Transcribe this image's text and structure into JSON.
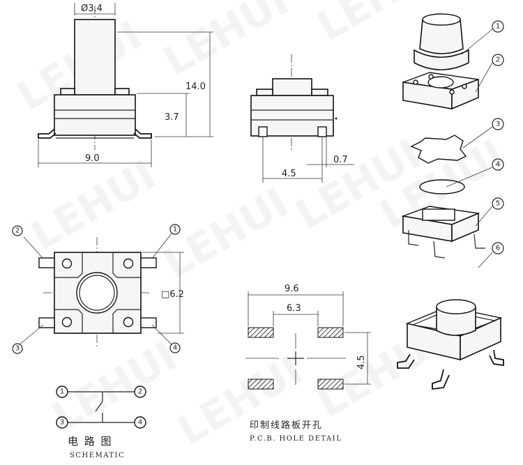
{
  "watermark": "LEHUI",
  "dimensions": {
    "top_diameter": "Ø3.4",
    "overall_height": "14.0",
    "body_height": "3.7",
    "body_width": "9.0",
    "pin_pitch": "4.5",
    "pin_width": "0.7",
    "body_square": "□6.2",
    "pcb_outer": "9.6",
    "pcb_inner": "6.3",
    "pcb_vertical": "4.5"
  },
  "callouts": {
    "parts": [
      "1",
      "2",
      "3",
      "4",
      "5",
      "6"
    ],
    "pins_top": [
      "2",
      "1"
    ],
    "pins_bottom": [
      "3",
      "4"
    ]
  },
  "schematic": {
    "nodes": [
      "1",
      "2",
      "3",
      "4"
    ],
    "title_cn": "电 路 图",
    "title_en": "SCHEMATIC"
  },
  "pcb": {
    "title_cn": "印制线路板开孔",
    "title_en": "P.C.B. HOLE DETAIL"
  }
}
